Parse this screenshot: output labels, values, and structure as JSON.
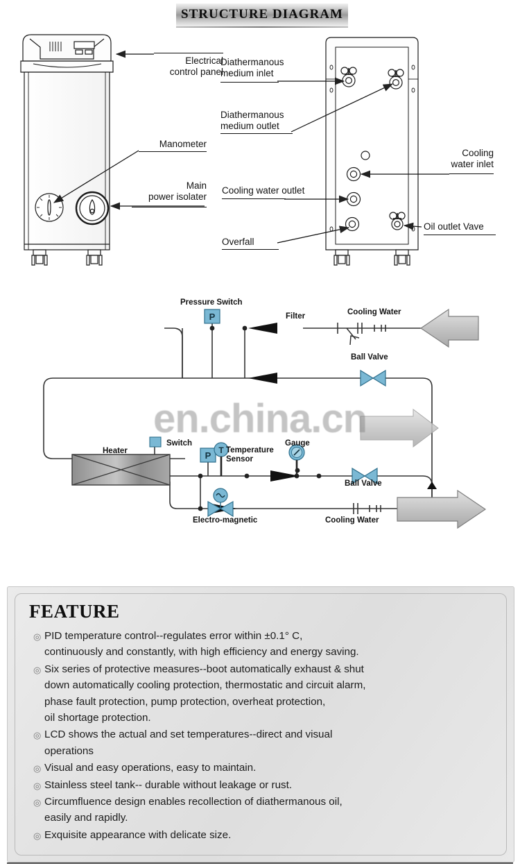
{
  "title": "STRUCTURE DIAGRAM",
  "front_view": {
    "labels": [
      {
        "id": "electrical-control-panel",
        "lines": [
          "Electrical",
          "control panel"
        ]
      },
      {
        "id": "manometer",
        "lines": [
          "Manometer"
        ]
      },
      {
        "id": "main-power-isolater",
        "lines": [
          "Main",
          "power isolater"
        ]
      }
    ]
  },
  "rear_view": {
    "labels": [
      {
        "id": "diathermanous-medium-inlet",
        "lines": [
          "Diathermanous",
          "medium inlet"
        ]
      },
      {
        "id": "diathermanous-medium-outlet",
        "lines": [
          "Diathermanous",
          "medium outlet"
        ]
      },
      {
        "id": "cooling-water-outlet",
        "lines": [
          "Cooling water outlet"
        ]
      },
      {
        "id": "overfall",
        "lines": [
          "Overfall"
        ]
      },
      {
        "id": "cooling-water-inlet",
        "lines": [
          "Cooling",
          "water inlet"
        ]
      },
      {
        "id": "oil-outlet-vave",
        "lines": [
          "Oil outlet Vave"
        ]
      }
    ]
  },
  "schematic": {
    "labels": {
      "pressure_switch_top": "Pressure Switch",
      "pressure_switch_symbol": "P",
      "filter_top": "Filter",
      "cooling_water_in": "Cooling Water",
      "ball_valve_top": "Ball Valve",
      "ball_valve_mid": "Ball Valve",
      "heater": "Heater",
      "switch": "Switch",
      "switch_symbol": "P",
      "temperature_sensor": "Temperature\nSensor",
      "temperature_symbol": "T",
      "gauge": "Gauge",
      "electro_magnetic": "Electro-magnetic",
      "cooling_water_out": "Cooling Water"
    },
    "colors": {
      "symbol_fill": "#7ab8d4",
      "arrow_fill": "#c9c9c9",
      "heater_fill": "#9b9b9b",
      "line": "#333333"
    }
  },
  "watermark": "en.china.cn",
  "feature": {
    "heading": "FEATURE",
    "bullet_glyph": "◎",
    "items": [
      "PID temperature control--regulates error within ±0.1° C,\ncontinuously and constantly, with high efficiency and energy saving.",
      "Six series of protective measures--boot automatically exhaust & shut\ndown automatically cooling protection, thermostatic and circuit alarm,\nphase fault protection, pump protection, overheat protection,\noil shortage protection.",
      "LCD shows the actual and set temperatures--direct and visual\noperations",
      "Visual and easy operations, easy to maintain.",
      "Stainless steel tank-- durable without leakage or rust.",
      "Circumfluence design enables recollection of diathermanous oil,\neasily and rapidly.",
      "Exquisite appearance with delicate size."
    ]
  }
}
